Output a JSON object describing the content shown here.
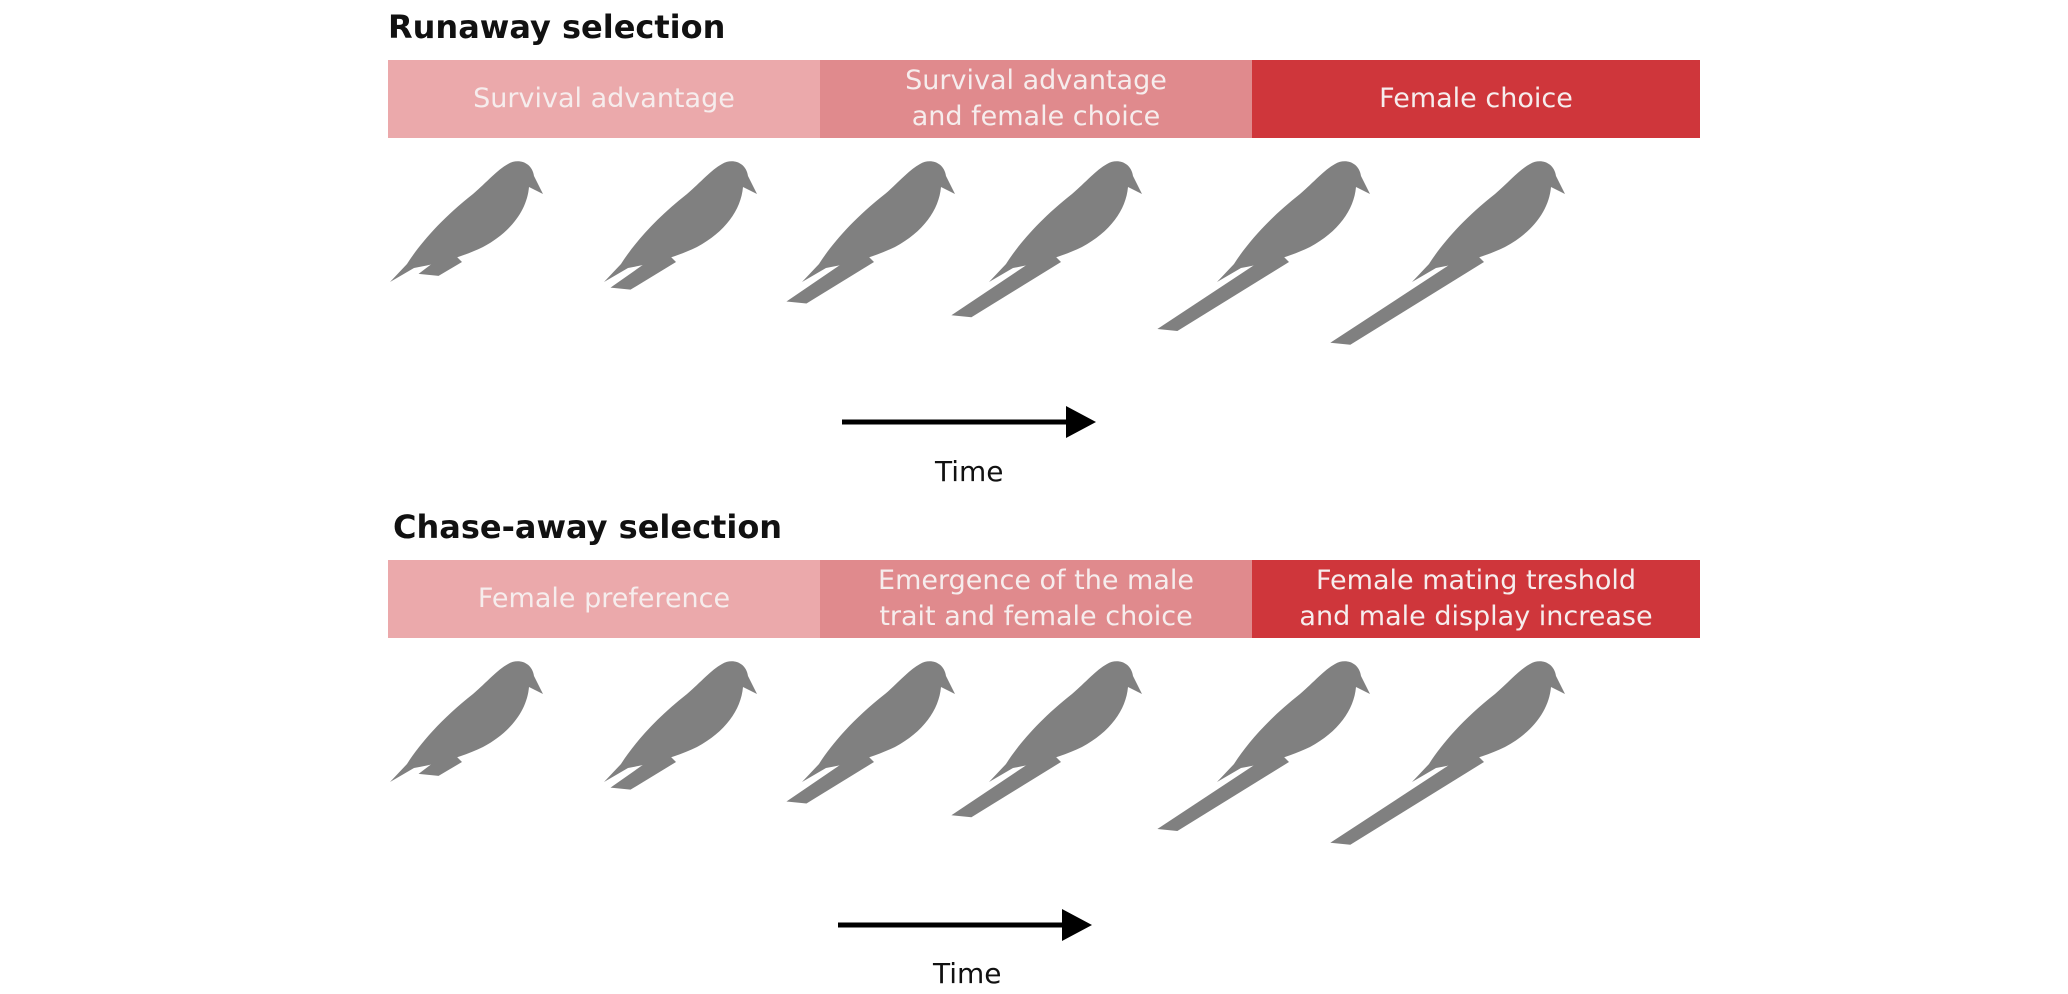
{
  "colors": {
    "phase_light": "#eba9ab",
    "phase_mid": "#e08a8d",
    "phase_dark": "#cf363b",
    "bird": "#808080",
    "arrow": "#000000"
  },
  "panels": [
    {
      "title": "Runaway selection",
      "phases": [
        "Survival advantage",
        "Survival advantage\nand female choice",
        "Female choice"
      ],
      "time_label": "Time",
      "tail_lengths": [
        1,
        2,
        3,
        4,
        5,
        6
      ]
    },
    {
      "title": "Chase-away selection",
      "phases": [
        "Female preference",
        "Emergence of the male\ntrait and female choice",
        "Female mating treshold\nand male display increase"
      ],
      "time_label": "Time",
      "tail_lengths": [
        1,
        2,
        3,
        4,
        5,
        6
      ]
    }
  ]
}
